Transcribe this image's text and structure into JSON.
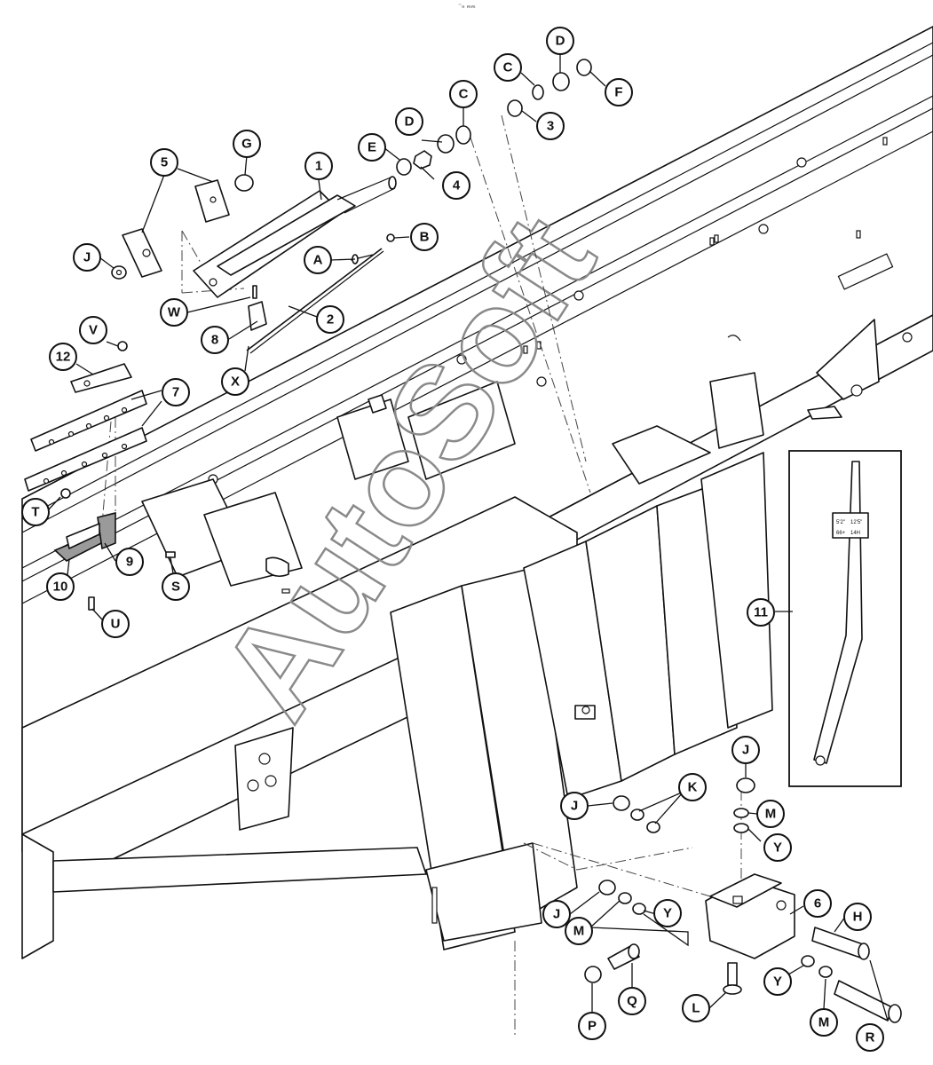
{
  "watermark": "AutoSoft",
  "corner_marker": "⁻ₙ ₘₘ",
  "decal_texts": [
    "5'2\"",
    "12'5\"",
    "66+",
    "14H"
  ],
  "callouts": {
    "p1": "1",
    "p2": "2",
    "p3": "3",
    "p4": "4",
    "p5": "5",
    "p6": "6",
    "p7": "7",
    "p8": "8",
    "p9": "9",
    "p10": "10",
    "p11": "11",
    "p12": "12",
    "A": "A",
    "B": "B",
    "C1": "C",
    "C2": "C",
    "D1": "D",
    "D2": "D",
    "E": "E",
    "F": "F",
    "G": "G",
    "H": "H",
    "J1": "J",
    "J2": "J",
    "J3": "J",
    "J4": "J",
    "K": "K",
    "L": "L",
    "M1": "M",
    "M2": "M",
    "M3": "M",
    "P": "P",
    "Q": "Q",
    "R": "R",
    "S": "S",
    "T": "T",
    "U": "U",
    "V": "V",
    "W": "W",
    "X": "X",
    "Y1": "Y",
    "Y2": "Y",
    "Y3": "Y"
  }
}
